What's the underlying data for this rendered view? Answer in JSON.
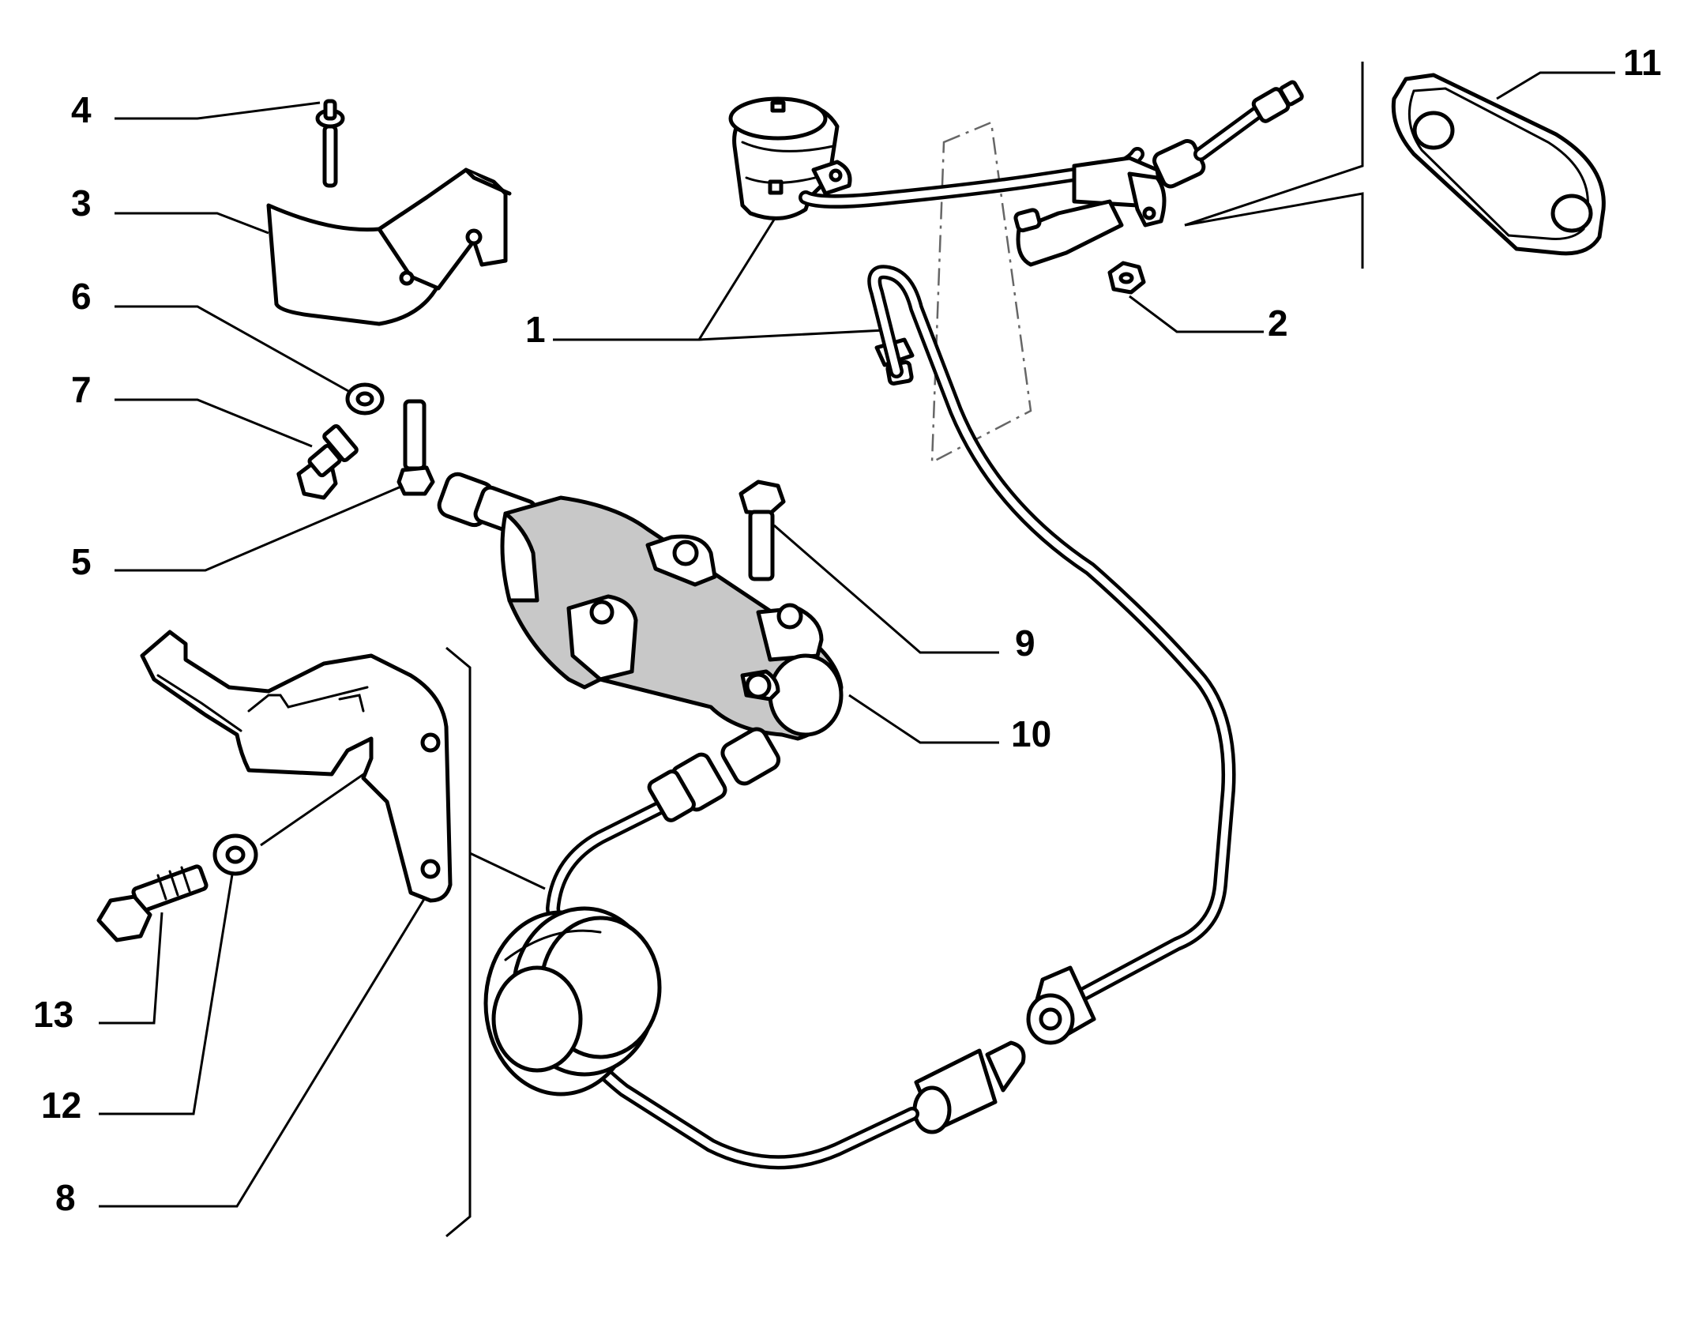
{
  "callouts": [
    {
      "id": "1",
      "label": "1"
    },
    {
      "id": "2",
      "label": "2"
    },
    {
      "id": "3",
      "label": "3"
    },
    {
      "id": "4",
      "label": "4"
    },
    {
      "id": "5",
      "label": "5"
    },
    {
      "id": "6",
      "label": "6"
    },
    {
      "id": "7",
      "label": "7"
    },
    {
      "id": "8",
      "label": "8"
    },
    {
      "id": "9",
      "label": "9"
    },
    {
      "id": "10",
      "label": "10"
    },
    {
      "id": "11",
      "label": "11"
    },
    {
      "id": "12",
      "label": "12"
    },
    {
      "id": "13",
      "label": "13"
    }
  ],
  "colors": {
    "ink": "#000000",
    "fill": "#ffffff",
    "shade": "#c8c8c8",
    "dashed_frame": "#666666"
  }
}
